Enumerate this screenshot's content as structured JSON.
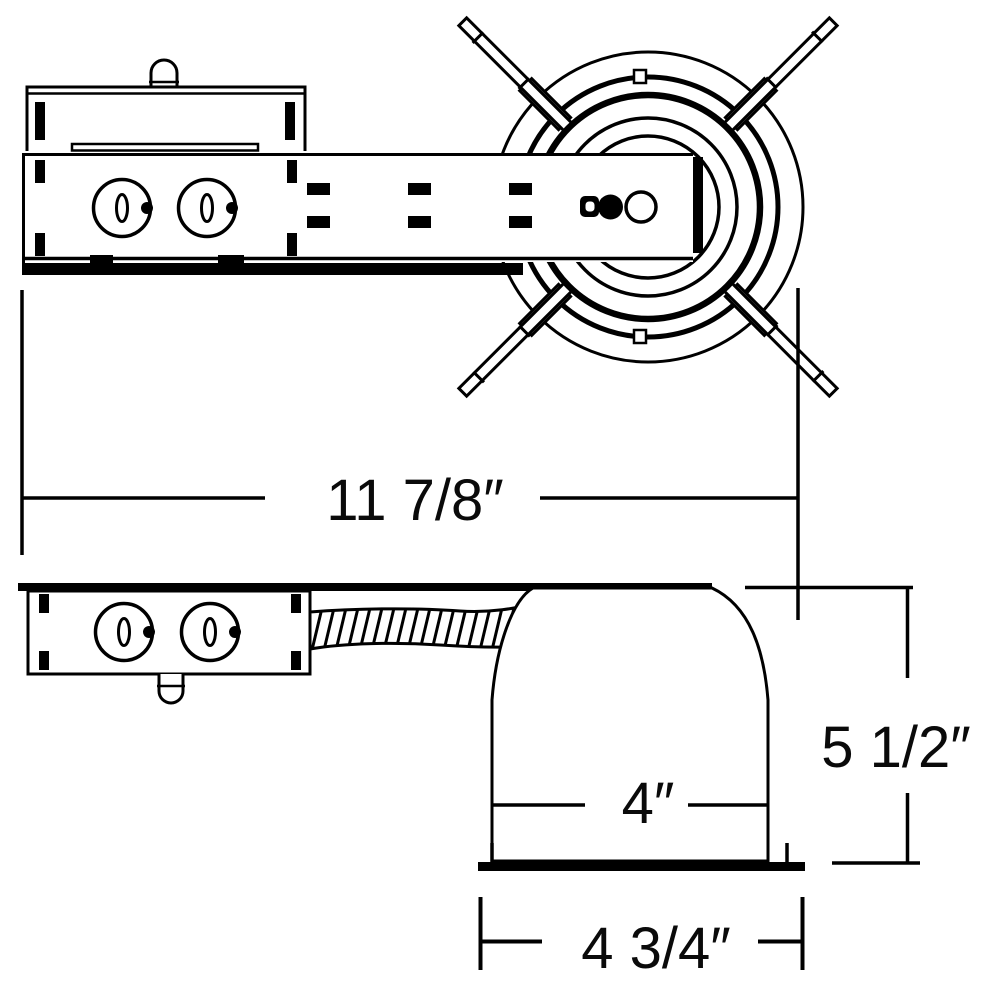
{
  "diagram": {
    "background": "#ffffff",
    "line_color": "#000000",
    "dimensions": {
      "overall_length": "11 7/8″",
      "housing_height": "5 1/2″",
      "aperture_diameter": "4″",
      "trim_flange_width": "4 3/4″"
    }
  }
}
